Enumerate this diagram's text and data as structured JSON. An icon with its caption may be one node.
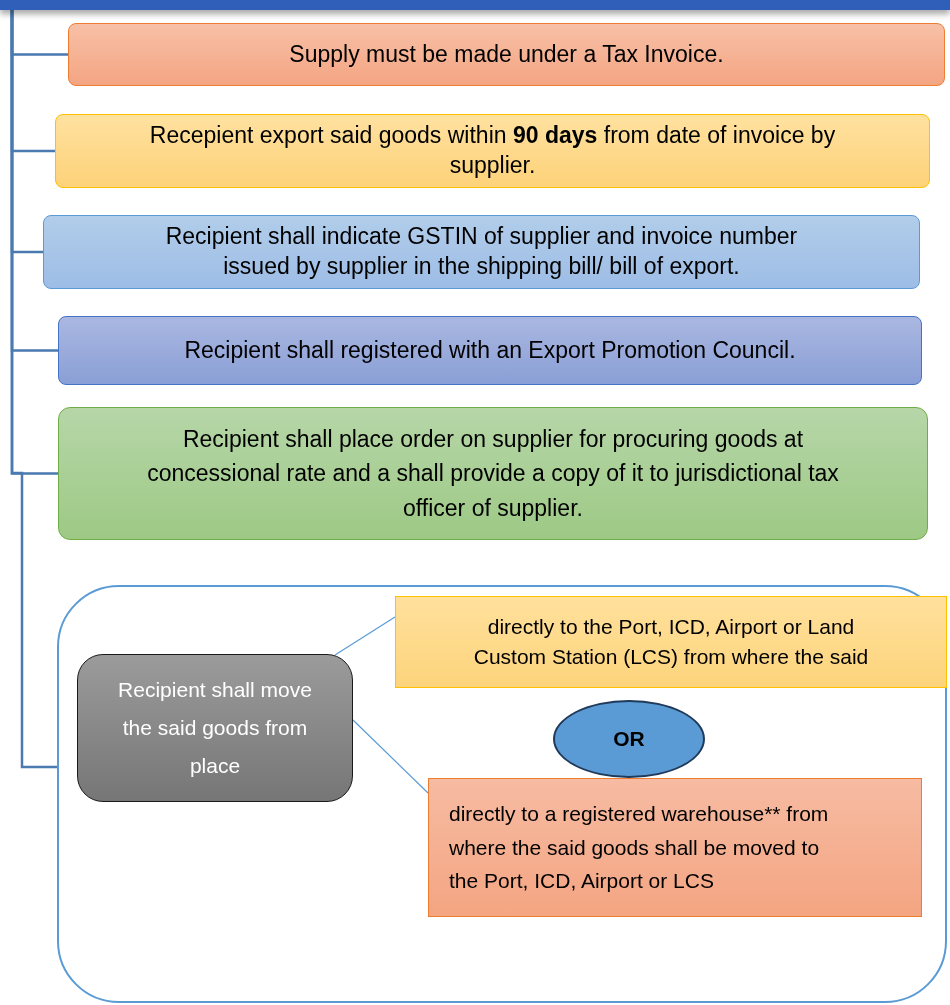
{
  "diagram": {
    "nodes": [
      {
        "text": [],
        "shape": "bar"
      },
      {
        "text": [
          "Supply must be made under a Tax Invoice."
        ]
      },
      {
        "text": [
          "Recepient export said goods within **90 days** from date of invoice by supplier."
        ]
      },
      {
        "text": [
          "Recipient shall indicate GSTIN of supplier and invoice number issued by supplier in the shipping bill/ bill of export."
        ]
      },
      {
        "text": [
          "Recipient shall registered with an Export Promotion Council."
        ]
      },
      {
        "text": [
          "Recipient shall place order on supplier for procuring goods at concessional rate and a shall provide a copy of it to jurisdictional tax officer of supplier."
        ]
      },
      {
        "text": [],
        "shape": "box"
      },
      {
        "text": [
          "Recipient shall move the said goods from place"
        ],
        "in": 6
      },
      {
        "text": [
          "directly to the Port, ICD, Airport or Land Custom Station (LCS) from where the said"
        ],
        "in": 6
      },
      {
        "text": [
          "OR"
        ],
        "in": 6
      },
      {
        "text": [
          "directly to a registered warehouse** from where the said goods shall be moved to the Port, ICD, Airport or LCS"
        ],
        "in": 6
      }
    ],
    "edges": [
      {
        "from": 0,
        "to": 1,
        "arrow": "none"
      },
      {
        "from": 0,
        "to": 2,
        "arrow": "none"
      },
      {
        "from": 0,
        "to": 3,
        "arrow": "none"
      },
      {
        "from": 0,
        "to": 4,
        "arrow": "none"
      },
      {
        "from": 0,
        "to": 5,
        "arrow": "none"
      },
      {
        "from": 0,
        "to": 6,
        "arrow": "none"
      },
      {
        "from": 7,
        "to": 8,
        "arrow": "none"
      },
      {
        "from": 7,
        "to": 10,
        "arrow": "none"
      }
    ]
  }
}
